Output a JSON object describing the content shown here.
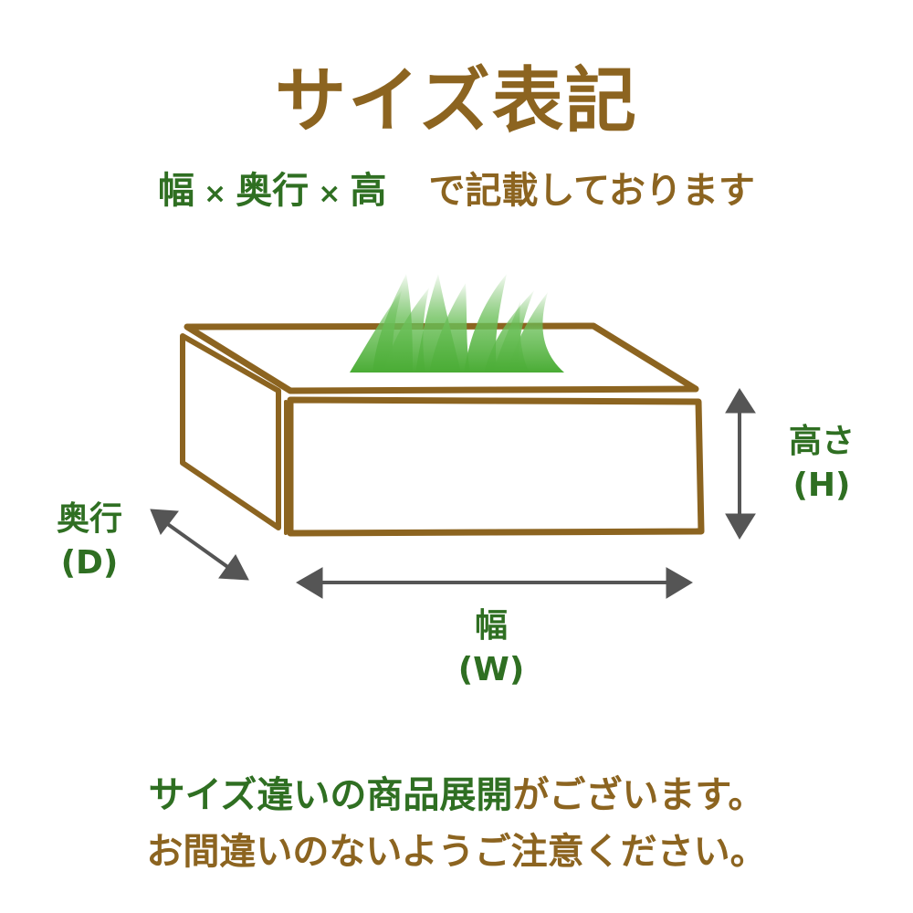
{
  "title": "サイズ表記",
  "subtitle": {
    "width": "幅",
    "times1": "×",
    "depth": "奥行",
    "times2": "×",
    "height": "高",
    "suffix": "で記載しております"
  },
  "diagram": {
    "height_label": "高さ",
    "height_code": "(H)",
    "depth_label": "奥行",
    "depth_code": "(D)",
    "width_label": "幅",
    "width_code": "(W)",
    "icons": [
      "grass-icon",
      "box-outline",
      "double-arrow-vertical",
      "double-arrow-diagonal",
      "double-arrow-horizontal"
    ]
  },
  "notice": {
    "line1_green": "サイズ違いの商品展開",
    "line1_brown": "がございます。",
    "line2": "お間違いのないようご注意ください。"
  },
  "colors": {
    "brown": "#8c6420",
    "green": "#2f6f22",
    "arrow_gray": "#555555",
    "grass": "#4fb03a"
  }
}
